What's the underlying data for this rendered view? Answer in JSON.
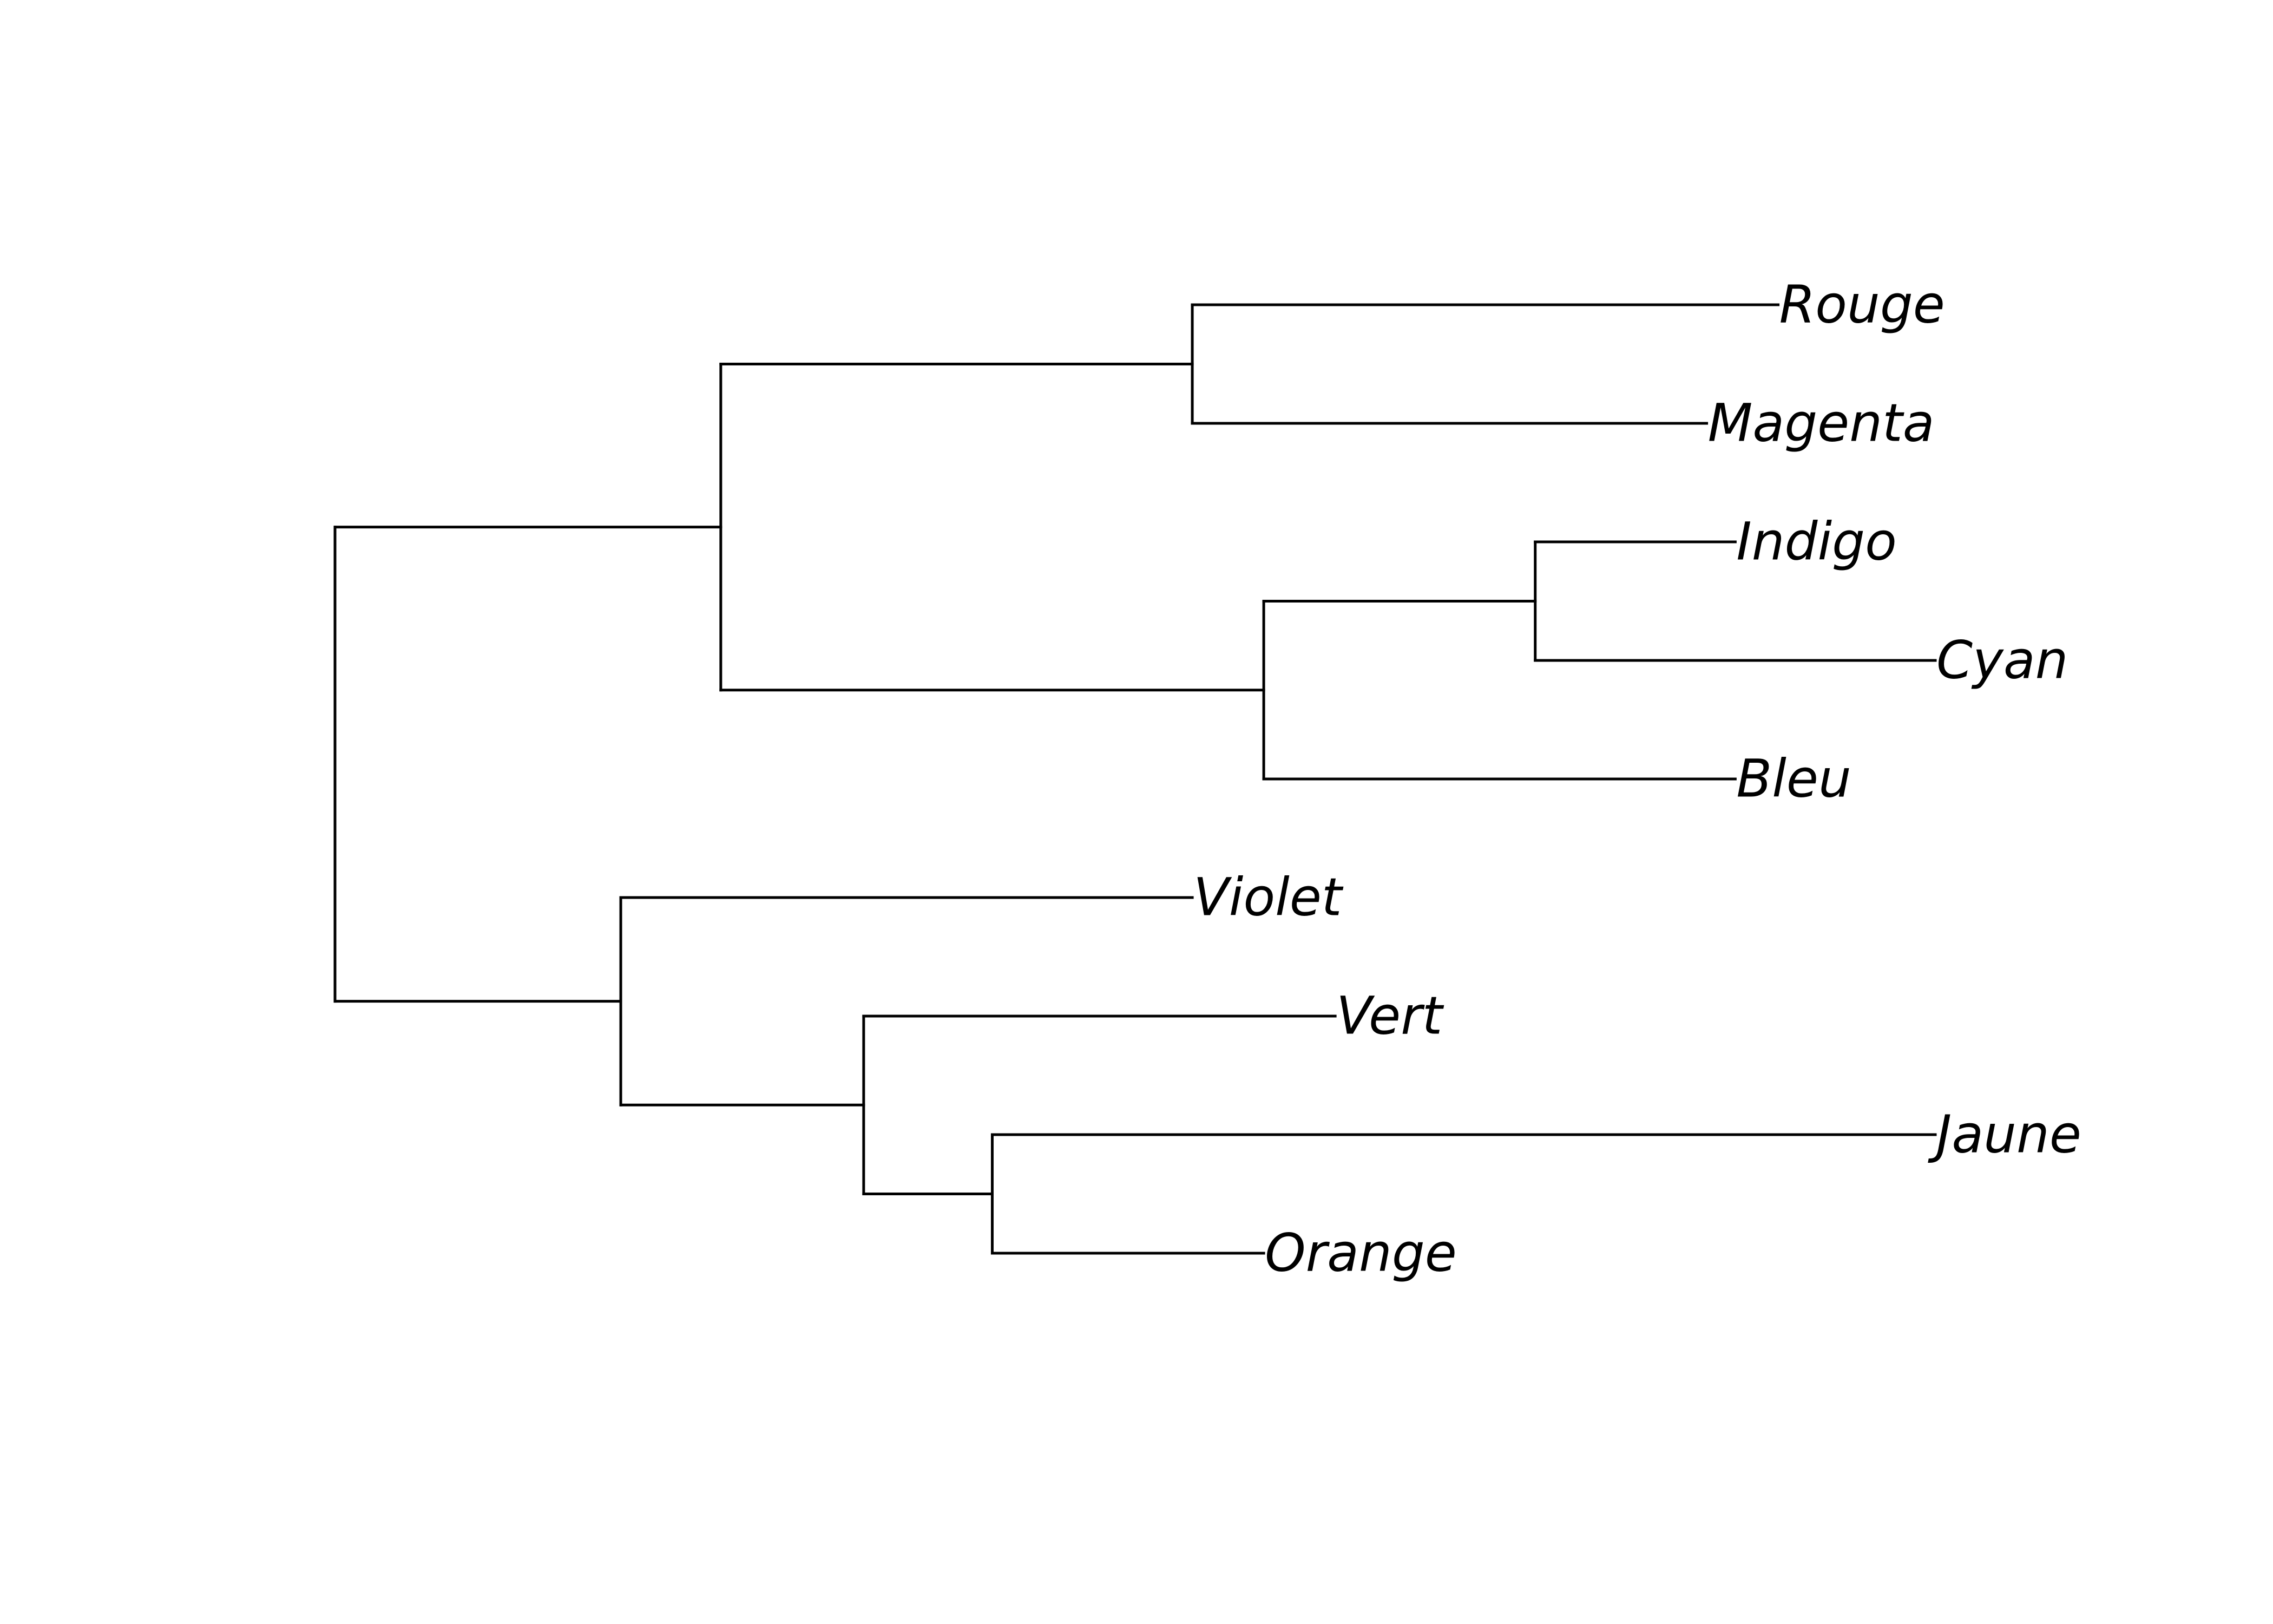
{
  "chart_data": {
    "type": "dendrogram",
    "title": "",
    "orientation": "left-to-right",
    "line_color": "#000000",
    "label_style": "italic",
    "leaves": [
      "Rouge",
      "Magenta",
      "Indigo",
      "Cyan",
      "Bleu",
      "Violet",
      "Vert",
      "Jaune",
      "Orange"
    ],
    "nodes": [
      {
        "id": "root",
        "depth": 0.0,
        "children": [
          "n_upper",
          "n_lower"
        ]
      },
      {
        "id": "n_upper",
        "depth": 0.27,
        "children": [
          "n_rm",
          "n_blue"
        ]
      },
      {
        "id": "n_rm",
        "depth": 0.6,
        "children": [
          "Rouge",
          "Magenta"
        ]
      },
      {
        "id": "n_blue",
        "depth": 0.65,
        "children": [
          "n_ic",
          "Bleu"
        ]
      },
      {
        "id": "n_ic",
        "depth": 0.84,
        "children": [
          "Indigo",
          "Cyan"
        ]
      },
      {
        "id": "n_lower",
        "depth": 0.2,
        "children": [
          "Violet",
          "n_vjo"
        ]
      },
      {
        "id": "n_vjo",
        "depth": 0.37,
        "children": [
          "Vert",
          "n_jo"
        ]
      },
      {
        "id": "n_jo",
        "depth": 0.46,
        "children": [
          "Jaune",
          "Orange"
        ]
      }
    ],
    "leaf_depths": {
      "Rouge": 1.01,
      "Magenta": 0.96,
      "Indigo": 0.98,
      "Cyan": 1.12,
      "Bleu": 0.98,
      "Violet": 0.6,
      "Vert": 0.7,
      "Jaune": 1.12,
      "Orange": 0.65
    }
  }
}
